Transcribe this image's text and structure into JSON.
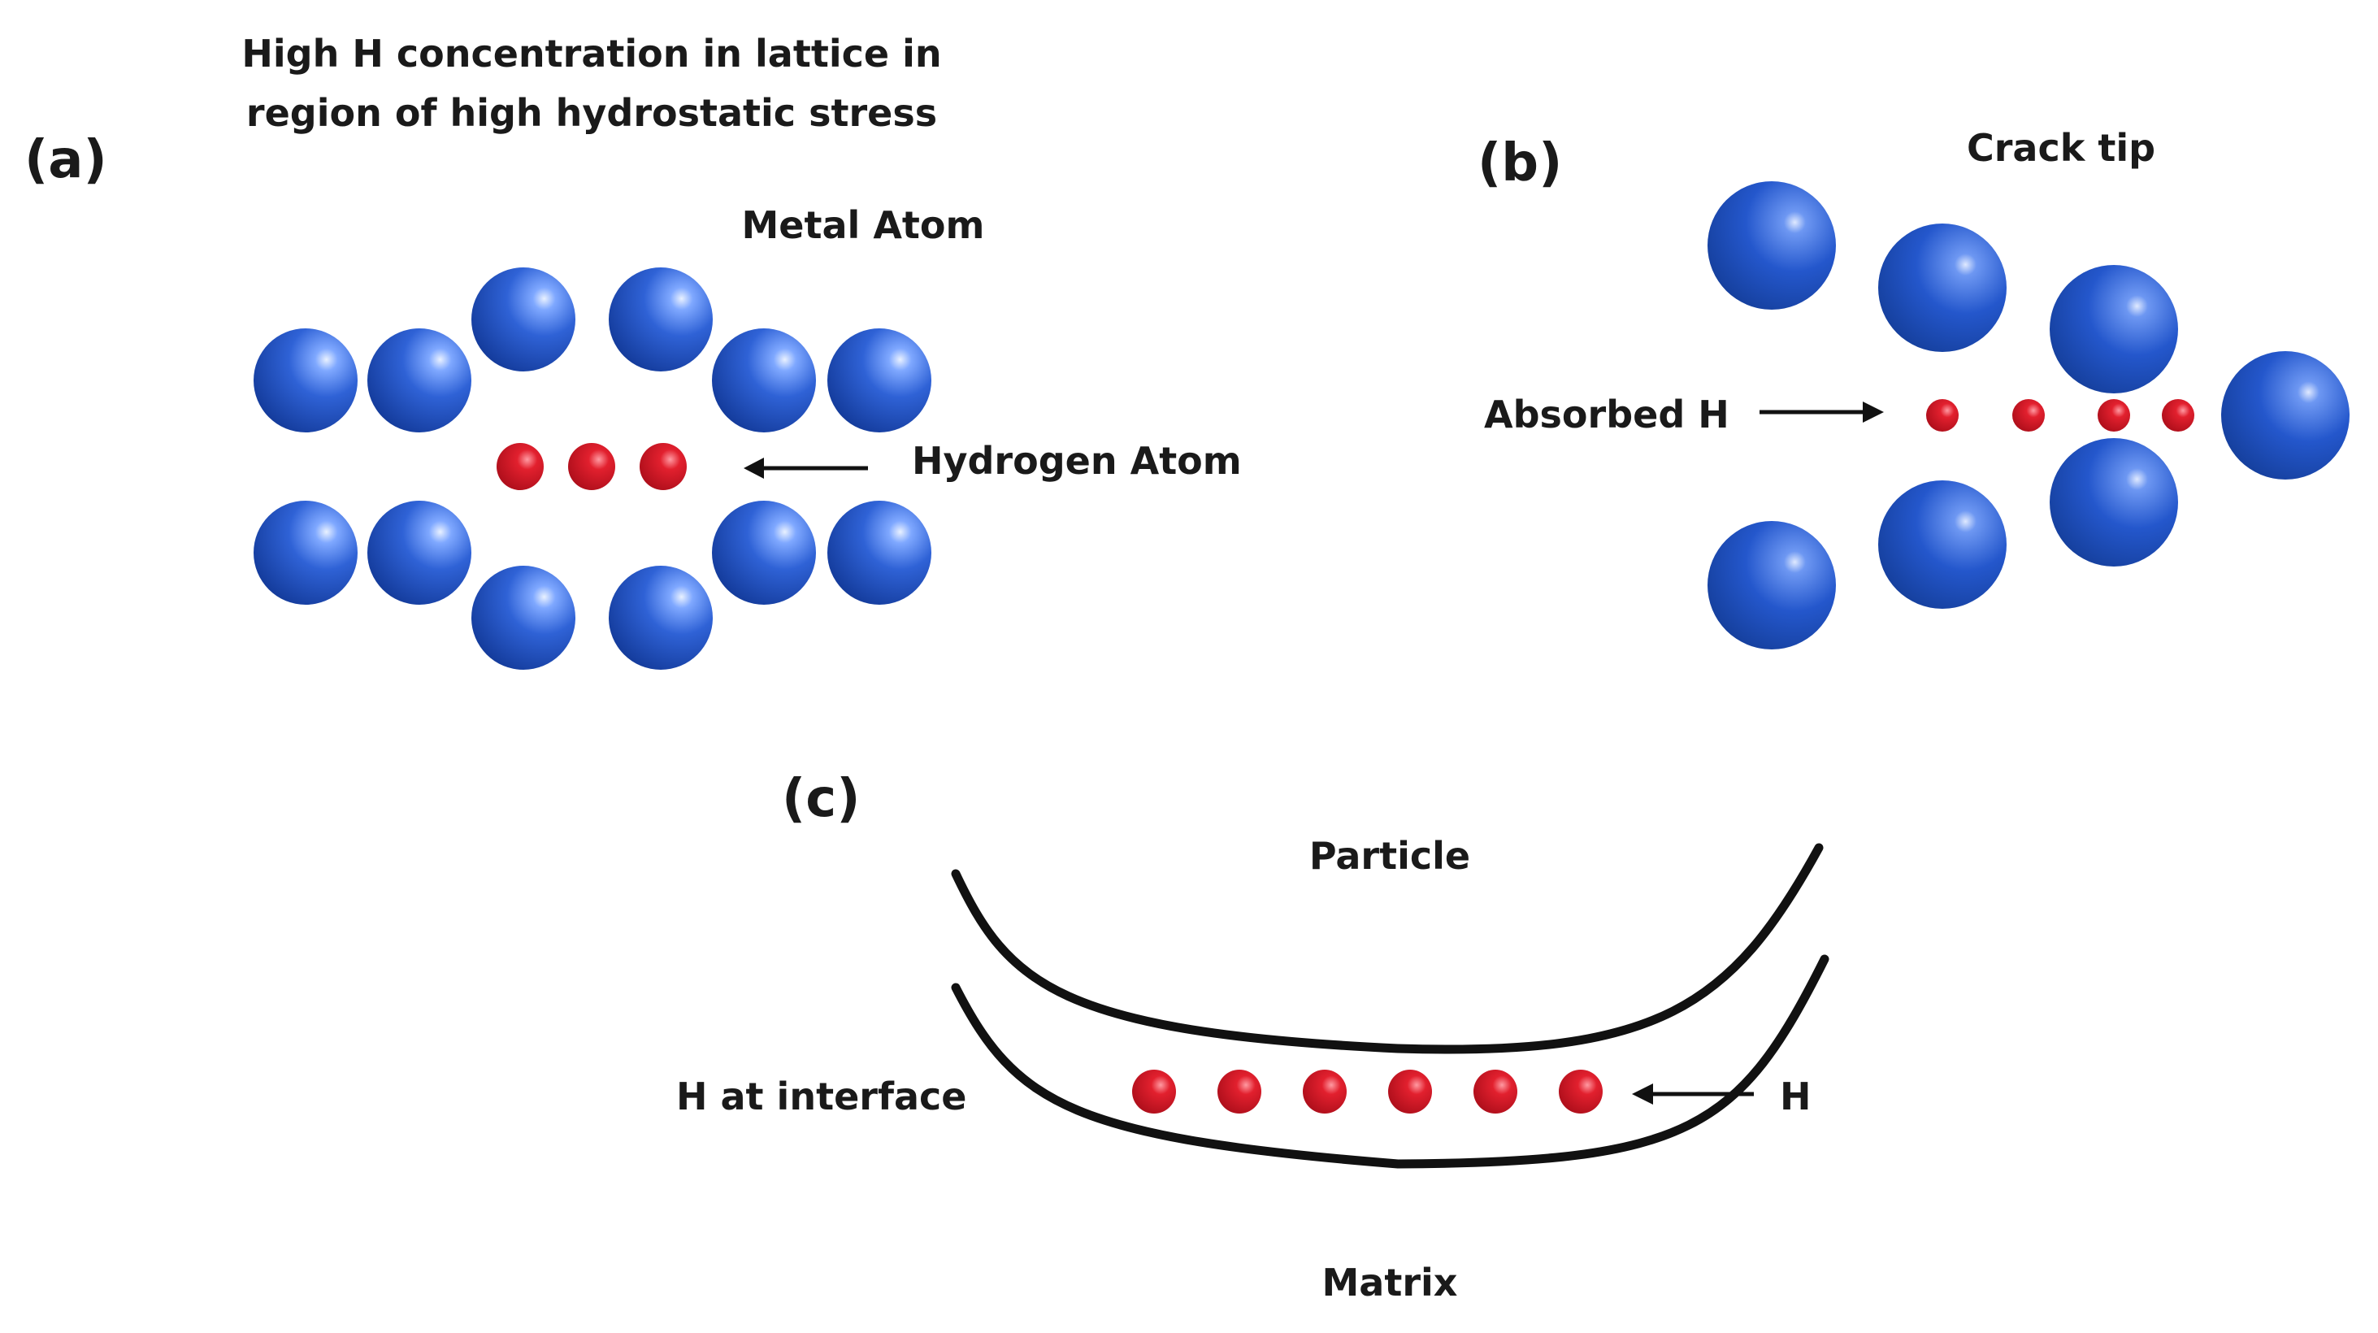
{
  "panel_a": {
    "letter": "(a)",
    "title_line1": "High H concentration in lattice in",
    "title_line2": "region of high hydrostatic stress",
    "metal_label": "Metal Atom",
    "hydrogen_label": "Hydrogen Atom",
    "metal_atom_count": 12,
    "hydrogen_atom_count": 3
  },
  "panel_b": {
    "letter": "(b)",
    "crack_label": "Crack tip",
    "absorbed_label": "Absorbed H",
    "metal_atom_count": 7,
    "hydrogen_atom_count": 4
  },
  "panel_c": {
    "letter": "(c)",
    "particle_label": "Particle",
    "interface_label": "H at interface",
    "h_label": "H",
    "matrix_label": "Matrix",
    "hydrogen_atom_count": 6
  },
  "colors": {
    "metal_atom": "#1f4fbf",
    "hydrogen_atom": "#cc1020",
    "text": "#1a1a1a",
    "line": "#111111"
  }
}
